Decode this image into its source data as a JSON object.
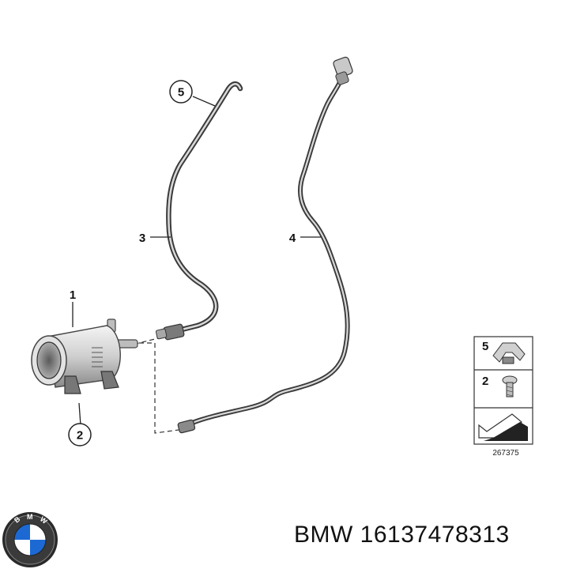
{
  "callouts": {
    "c1": "1",
    "c2": "2",
    "c3": "3",
    "c4": "4",
    "c5": "5"
  },
  "legend": {
    "item_5": "5",
    "item_2": "2"
  },
  "reference_number": "267375",
  "caption": {
    "brand": "BMW",
    "part_number": "16137478313"
  },
  "logo": {
    "letters": "BMW",
    "colors": {
      "blue": "#1c69d4",
      "white": "#ffffff",
      "ring": "#111111"
    }
  }
}
